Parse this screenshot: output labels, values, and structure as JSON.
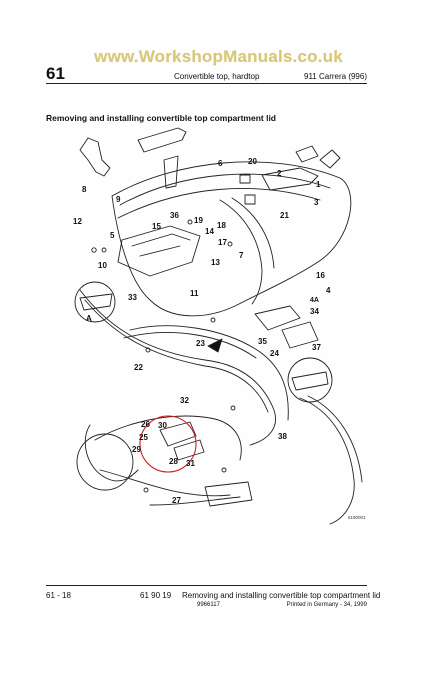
{
  "watermark": "www.WorkshopManuals.co.uk",
  "header": {
    "chapter": "61",
    "title": "Convertible top, hardtop",
    "model": "911 Carrera (996)"
  },
  "section_title": "Removing and installing convertible top compartment lid",
  "diagram": {
    "labels": [
      "1",
      "2",
      "3",
      "4",
      "4A",
      "5",
      "6",
      "7",
      "8",
      "9",
      "10",
      "11",
      "12",
      "13",
      "14",
      "15",
      "16",
      "17",
      "18",
      "19",
      "20",
      "21",
      "22",
      "23",
      "24",
      "25",
      "26",
      "27",
      "28",
      "29",
      "30",
      "31",
      "32",
      "33",
      "34",
      "35",
      "36",
      "37",
      "38",
      "A"
    ],
    "figure_code": "6190001",
    "highlight_color": "#d22020"
  },
  "footer": {
    "page": "61 - 18",
    "code": "61 90 19",
    "title": "Removing and installing convertible top compartment lid",
    "doc_number": "9966117",
    "printed": "Printed in Germany - 34, 1999"
  }
}
